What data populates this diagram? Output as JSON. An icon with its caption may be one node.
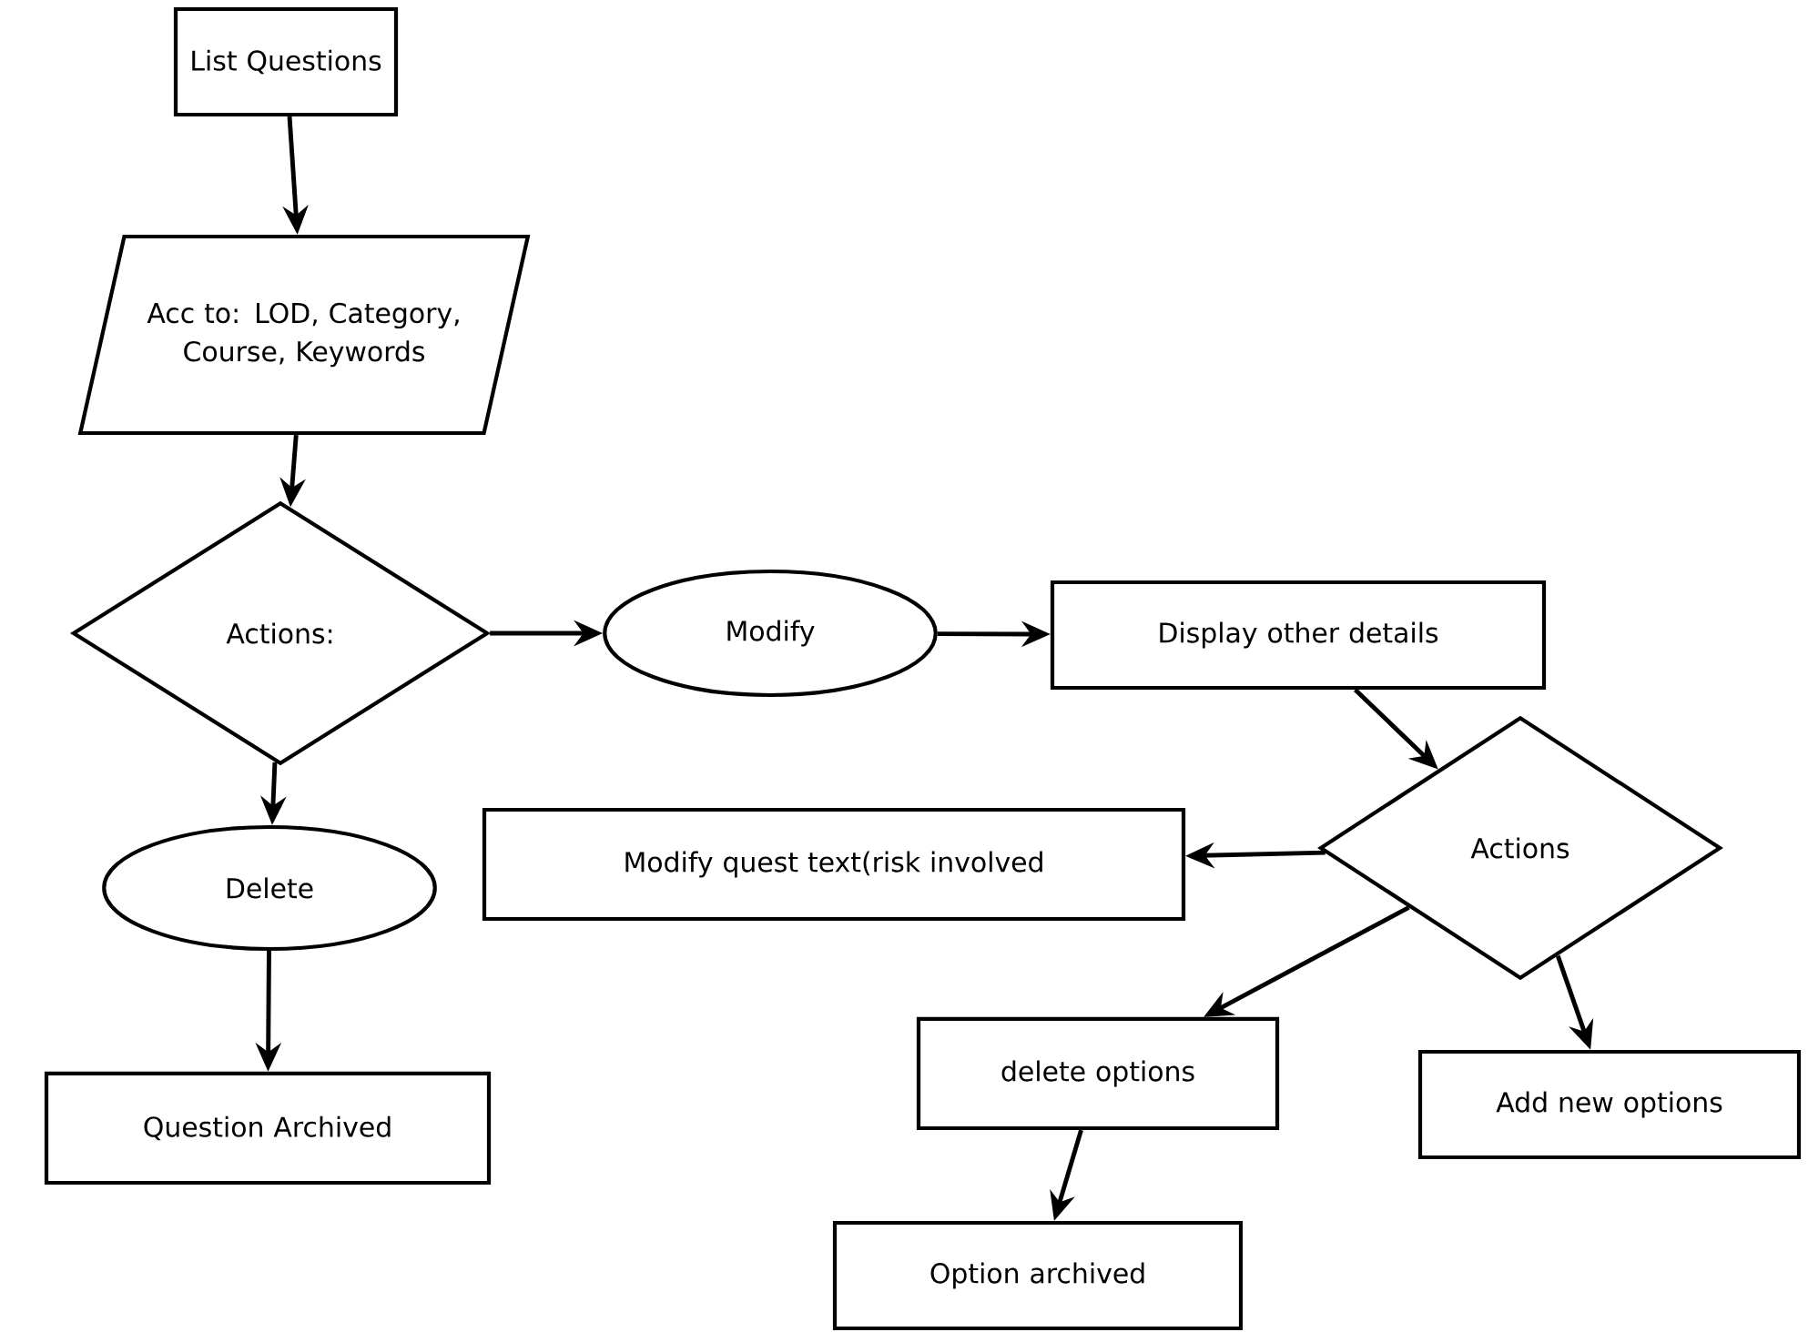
{
  "diagram": {
    "nodes": [
      {
        "text": [
          "List Questions"
        ]
      },
      {
        "text": [
          "Acc to: LOD, Category, Course, Keywords"
        ]
      },
      {
        "text": [
          "Actions:"
        ]
      },
      {
        "text": [
          "Modify"
        ]
      },
      {
        "text": [
          "Display other details"
        ]
      },
      {
        "text": [
          "Actions"
        ]
      },
      {
        "text": [
          "Modify quest text(risk involved"
        ]
      },
      {
        "text": [
          "Delete"
        ]
      },
      {
        "text": [
          "delete options"
        ]
      },
      {
        "text": [
          "Add new options"
        ]
      },
      {
        "text": [
          "Question Archived"
        ]
      },
      {
        "text": [
          "Option archived"
        ]
      }
    ],
    "edges": [
      {
        "from": 0,
        "to": 1,
        "arrow": "to"
      },
      {
        "from": 1,
        "to": 2,
        "arrow": "to"
      },
      {
        "from": 2,
        "to": 3,
        "arrow": "to"
      },
      {
        "from": 3,
        "to": 4,
        "arrow": "to"
      },
      {
        "from": 4,
        "to": 5,
        "arrow": "to"
      },
      {
        "from": 5,
        "to": 6,
        "arrow": "to"
      },
      {
        "from": 2,
        "to": 7,
        "arrow": "to"
      },
      {
        "from": 7,
        "to": 10,
        "arrow": "to"
      },
      {
        "from": 5,
        "to": 8,
        "arrow": "to"
      },
      {
        "from": 5,
        "to": 9,
        "arrow": "to"
      },
      {
        "from": 8,
        "to": 11,
        "arrow": "to"
      }
    ]
  }
}
